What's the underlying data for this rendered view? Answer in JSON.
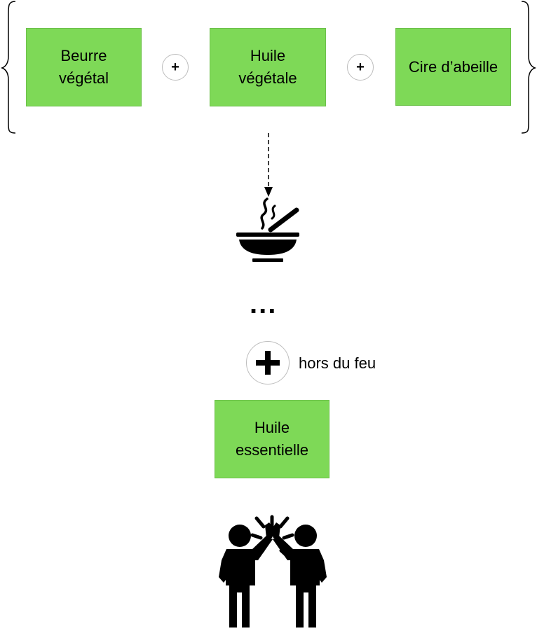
{
  "ingredients": [
    {
      "label": "Beurre\nvégétal"
    },
    {
      "label": "Huile\nvégétale"
    },
    {
      "label": "Cire d’abeille"
    }
  ],
  "operators": [
    "+",
    "+"
  ],
  "ellipsis": "...",
  "off_heat": {
    "label": "hors du feu"
  },
  "final_ingredient": {
    "label": "Huile\nessentielle"
  },
  "icons": [
    "cooking-bowl-icon",
    "high-five-icon",
    "plus-icon",
    "curly-brace-icon",
    "dashed-arrow"
  ],
  "colors": {
    "box_fill": "#7ed957",
    "box_border": "#6cc04a",
    "icon": "#000000"
  }
}
